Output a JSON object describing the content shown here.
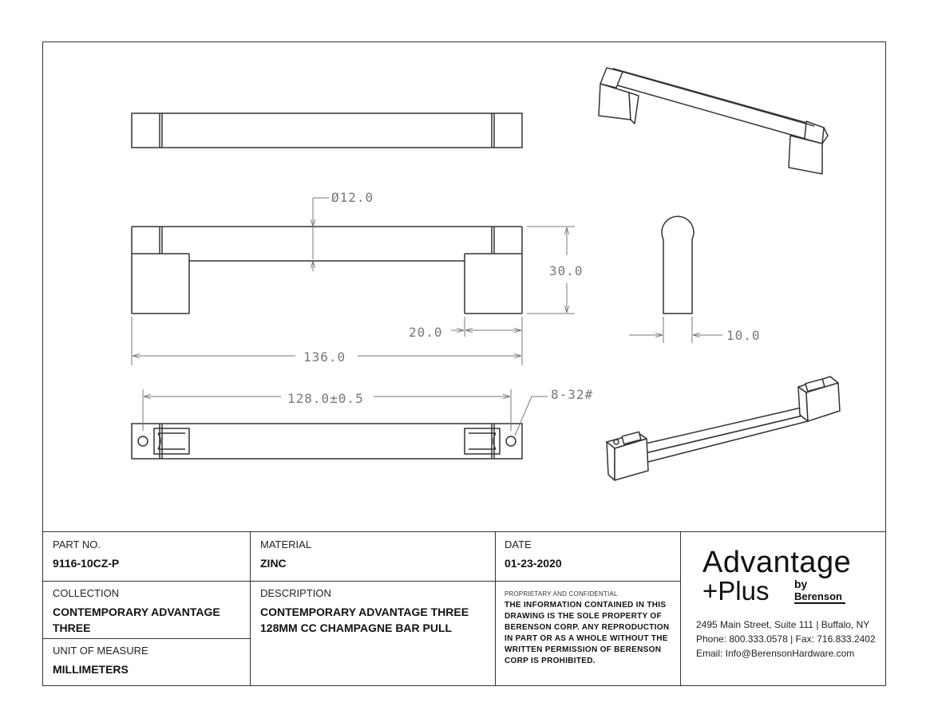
{
  "dimensions": {
    "diameter": "Ø12.0",
    "height": "30.0",
    "foot_width": "20.0",
    "overall_length": "136.0",
    "center_to_center": "128.0±0.5",
    "thread": "8-32#",
    "profile_width": "10.0"
  },
  "title_block": {
    "part_no_label": "PART NO.",
    "part_no": "9116-10CZ-P",
    "material_label": "MATERIAL",
    "material": "ZINC",
    "date_label": "DATE",
    "date": "01-23-2020",
    "collection_label": "COLLECTION",
    "collection_line1": "CONTEMPORARY ADVANTAGE",
    "collection_line2": "THREE",
    "description_label": "DESCRIPTION",
    "description_line1": "CONTEMPORARY ADVANTAGE THREE",
    "description_line2": "128MM CC CHAMPAGNE BAR PULL",
    "unit_label": "UNIT OF MEASURE",
    "unit": "MILLIMETERS",
    "proprietary_heading": "PROPRIETARY AND CONFIDENTIAL",
    "proprietary_lines": [
      "THE INFORMATION CONTAINED IN THIS",
      "DRAWING IS THE SOLE PROPERTY OF",
      "BERENSON CORP. ANY REPRODUCTION",
      "IN PART OR AS A WHOLE WITHOUT THE",
      "WRITTEN PERMISSION OF BERENSON",
      "CORP IS PROHIBITED."
    ]
  },
  "company": {
    "logo_line1": "Advantage",
    "logo_line2": "+Plus",
    "logo_by": "by",
    "logo_brand": "Berenson",
    "address": "2495 Main Street, Suite 111 | Buffalo, NY",
    "phone": "Phone: 800.333.0578 | Fax: 716.833.2402",
    "email": "Email: Info@BerensonHardware.com"
  }
}
